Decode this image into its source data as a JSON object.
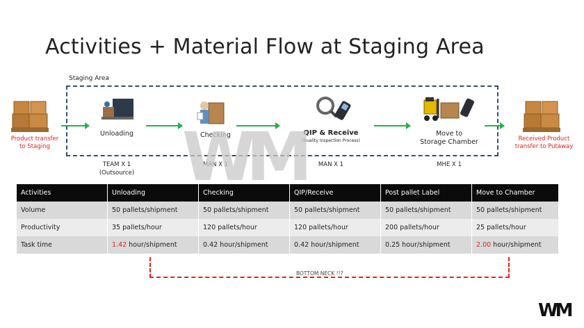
{
  "title": "Activities + Material Flow at Staging Area",
  "staging_label": "Staging Area",
  "left_text": "Product transfer\nto Staging",
  "right_text": "Received Product\ntransfer to Putaway",
  "nodes": [
    {
      "label": "Unloading",
      "resource": "TEAM X 1\n(Outsource)"
    },
    {
      "label": "Checking",
      "resource": "MAN X 1"
    },
    {
      "label": "QIP & Receive",
      "sub": "(Quality Inspection Process)",
      "resource": "MAN X 1"
    },
    {
      "label": "Move to\nStorage Chamber",
      "resource": "MHE X 1"
    }
  ],
  "table": {
    "headers": [
      "Activities",
      "Unloading",
      "Checking",
      "QIP/Receive",
      "Post pallet  Label",
      "Move to Chamber"
    ],
    "rows": [
      [
        "Volume",
        "50 pallets/shipment",
        "50 pallets/shipment",
        "50 pallets/shipment",
        "50 pallets/shipment",
        "50 pallets/shipment"
      ],
      [
        "Productivity",
        "35 pallets/hour",
        "120 pallets/hour",
        "120 pallets/hour",
        "200 pallets/hour",
        "25 pallets/hour"
      ],
      [
        "Task time",
        "1.42",
        "0.42 hour/shipment",
        "0.42 hour/shipment",
        "0.25 hour/shipment",
        "2.00"
      ]
    ],
    "task_time_suffix": " hour/shipment"
  },
  "bottleneck_label": "BOTTOM NECK !!?",
  "watermark": "WM",
  "logo": "WM",
  "colors": {
    "flow_arrow": "#22b14c",
    "highlight": "#e0231c",
    "staging_border": "#2f4f6f"
  }
}
